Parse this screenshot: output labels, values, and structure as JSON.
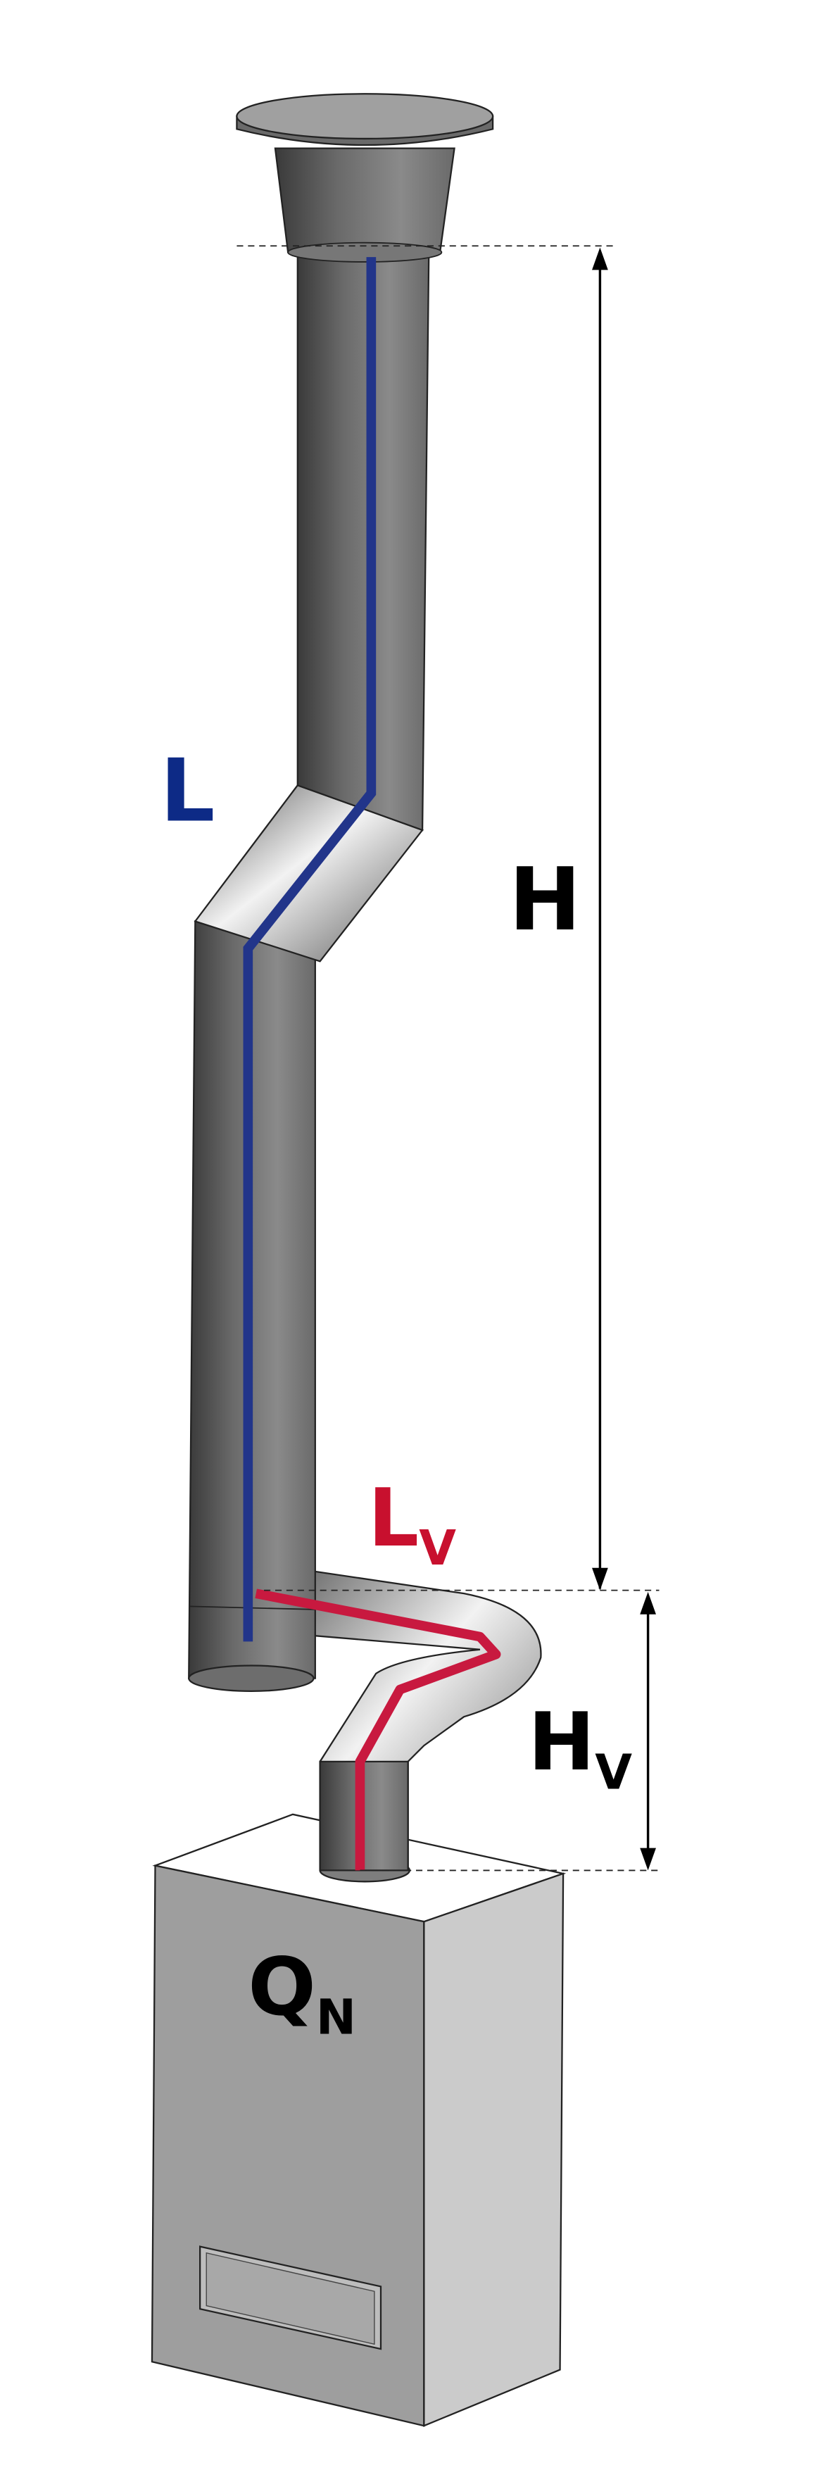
{
  "labels": {
    "flue_length": "L",
    "height": "H",
    "connector_length_main": "L",
    "connector_length_sub": "V",
    "connector_height_main": "H",
    "connector_height_sub": "V",
    "heat_output_main": "Q",
    "heat_output_sub": "N"
  },
  "colors": {
    "flue_path": "#22358a",
    "flue_label": "#0d2a86",
    "connector_path": "#c8193f",
    "connector_label": "#c8102e",
    "pipe": "#7a7a7a",
    "appliance_front": "#9e9e9e",
    "appliance_side": "#cbcbcb"
  }
}
